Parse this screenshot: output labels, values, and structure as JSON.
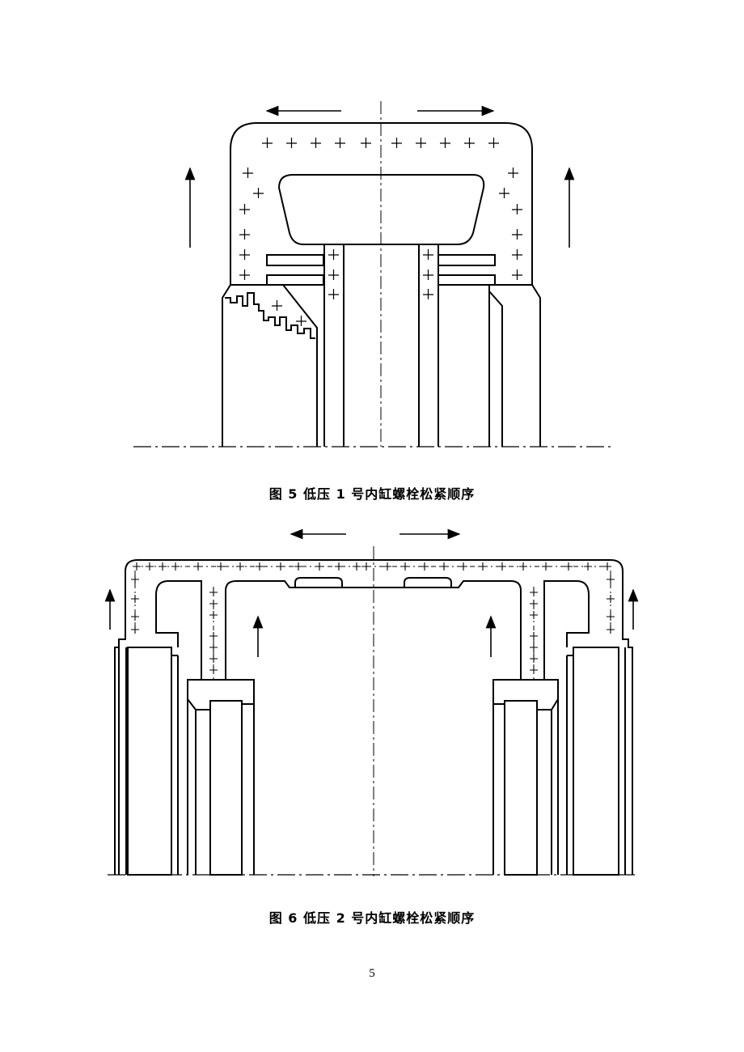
{
  "figure5": {
    "caption": "图 5  低压 1 号内缸螺栓松紧顺序"
  },
  "figure6": {
    "caption": "图 6  低压 2 号内缸螺栓松紧顺序"
  },
  "page": {
    "number": "5"
  }
}
